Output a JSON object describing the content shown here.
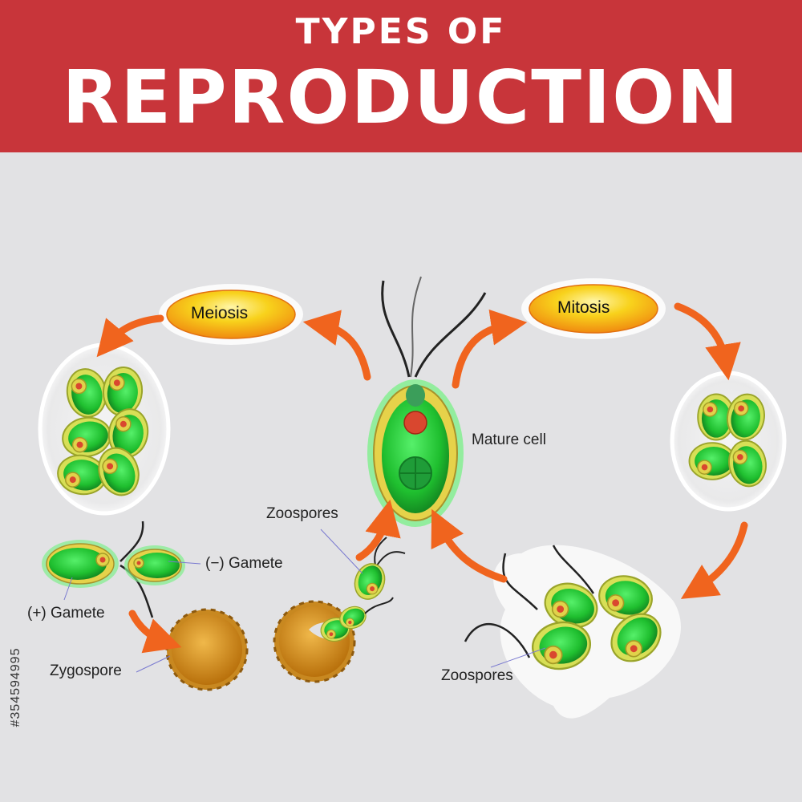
{
  "header": {
    "title_small": "TYPES OF",
    "title_large": "REPRODUCTION"
  },
  "labels": {
    "meiosis": "Meiosis",
    "mitosis": "Mitosis",
    "mature_cell": "Mature cell",
    "zoospores_top": "Zoospores",
    "zoospores_bottom": "Zoospores",
    "minus_gamete": "(−) Gamete",
    "plus_gamete": "(+) Gamete",
    "zygospore": "Zygospore"
  },
  "stock_id": "#354594995",
  "colors": {
    "banner": "#c8353a",
    "background": "#e2e2e4",
    "cell_green": "#2ecb3c",
    "arrow_orange": "#f0641e",
    "zygospore": "#d69420",
    "pill_yellow": "#f7c514"
  }
}
